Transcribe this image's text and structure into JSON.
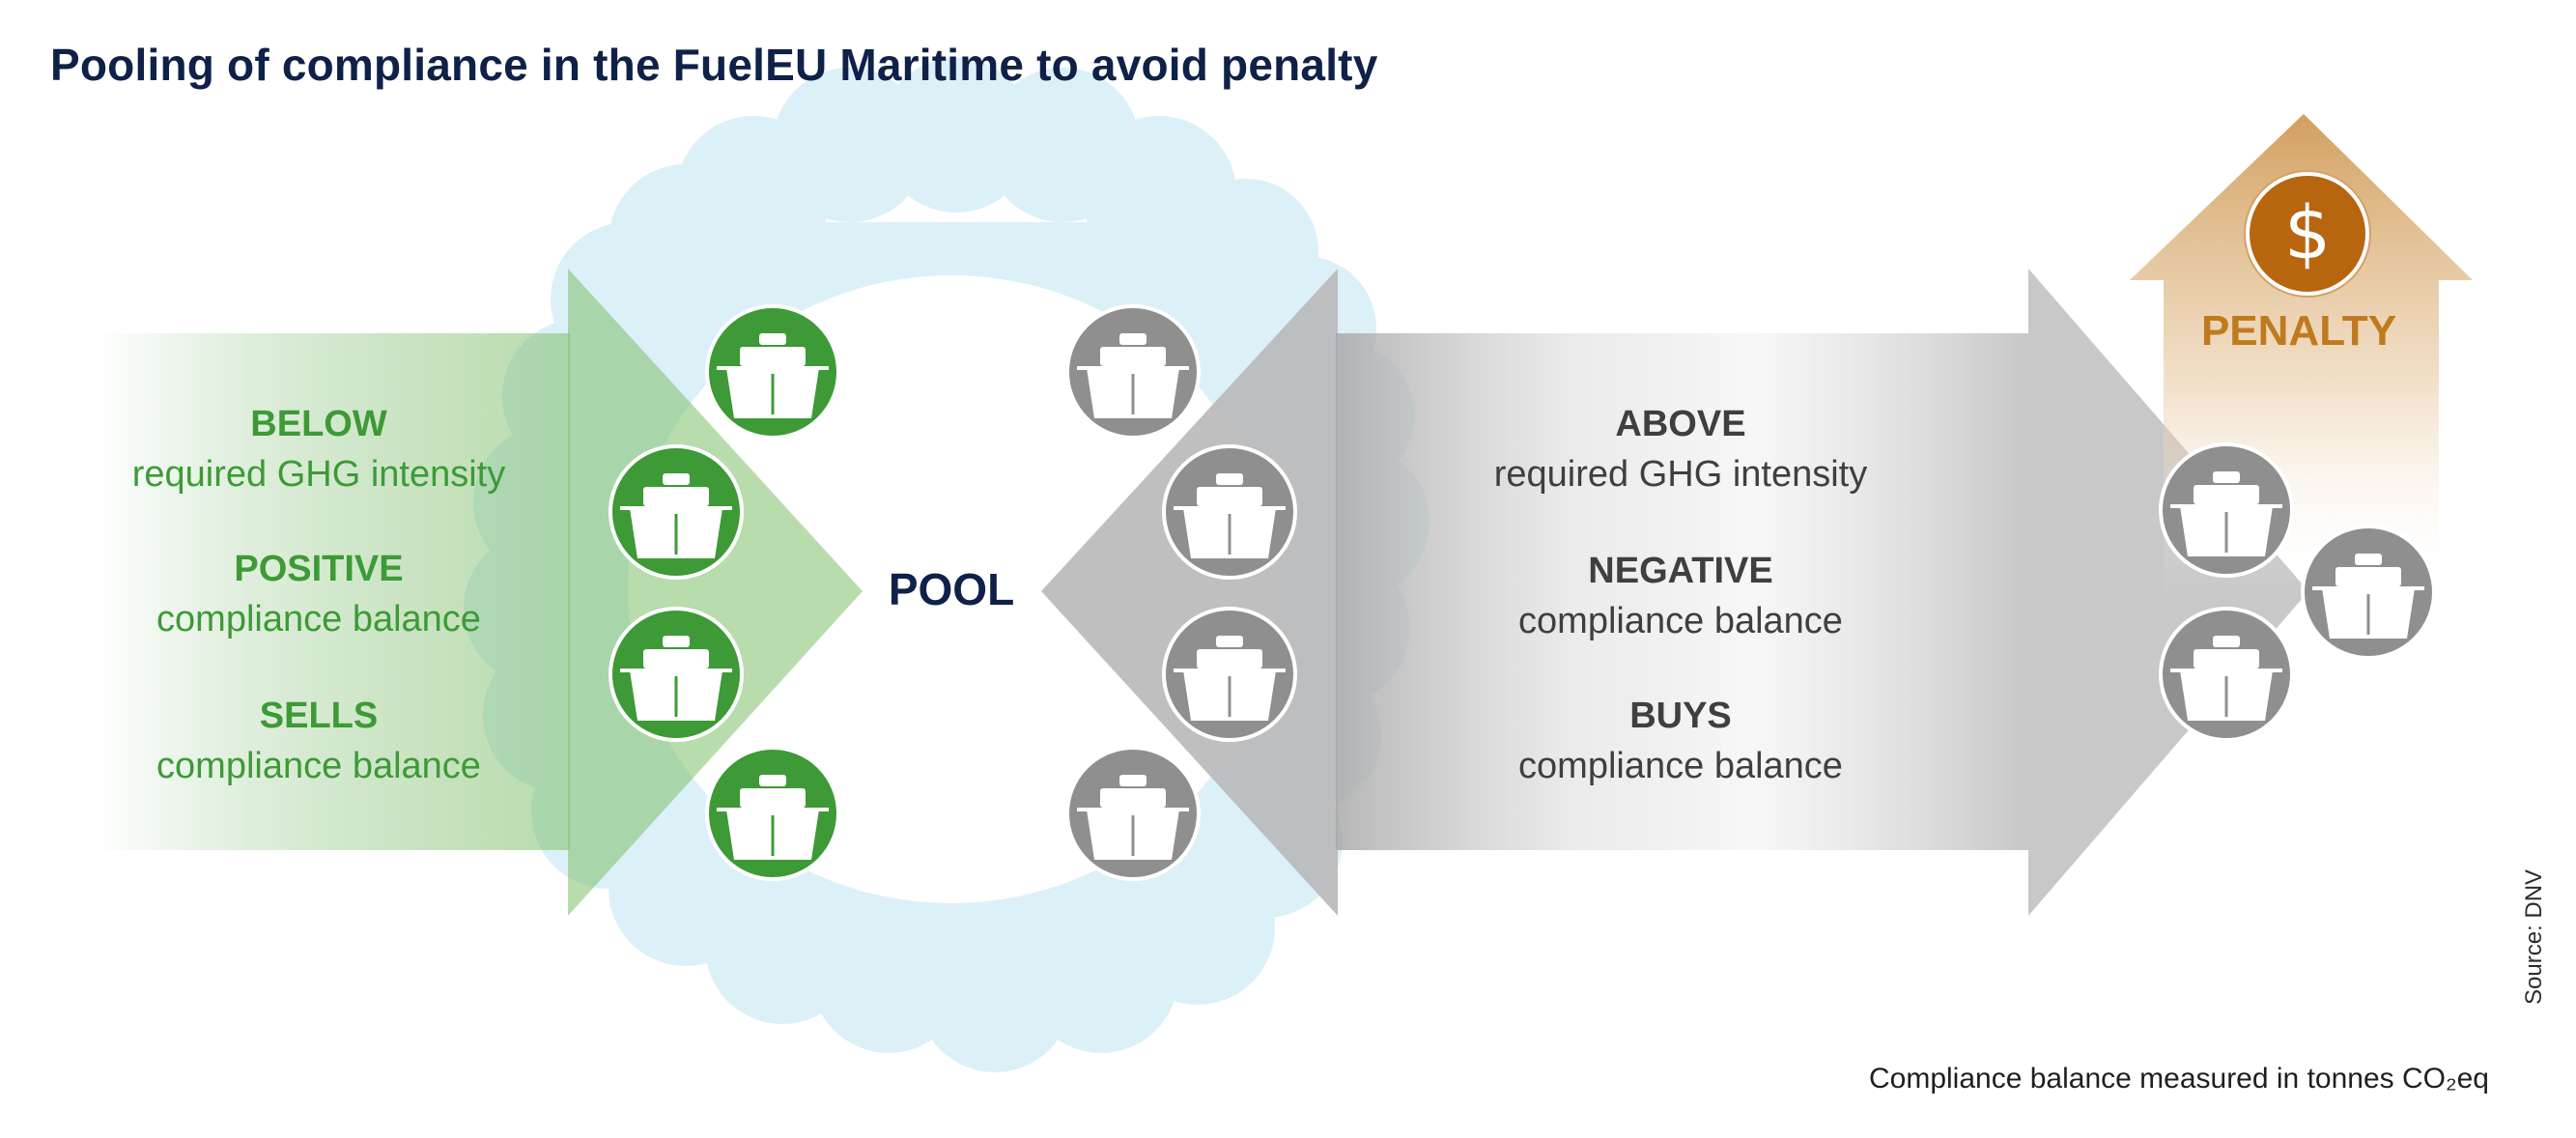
{
  "title": "Pooling of compliance in the FuelEU Maritime to avoid penalty",
  "center_label": "POOL",
  "left": {
    "groups": [
      {
        "heading": "BELOW",
        "text": "required GHG intensity"
      },
      {
        "heading": "POSITIVE",
        "text": "compliance balance"
      },
      {
        "heading": "SELLS",
        "text": "compliance balance"
      }
    ],
    "color": "#3d9a36"
  },
  "right": {
    "groups": [
      {
        "heading": "ABOVE",
        "text": "required GHG intensity"
      },
      {
        "heading": "NEGATIVE",
        "text": "compliance balance"
      },
      {
        "heading": "BUYS",
        "text": "compliance balance"
      }
    ],
    "color": "#3f3f3f"
  },
  "penalty": {
    "label": "PENALTY",
    "symbol": "$",
    "color": "#c07a1e"
  },
  "footnote": "Compliance balance measured in tonnes CO₂eq",
  "source": "Source: DNV",
  "icons": {
    "ship": "ship-icon",
    "dollar": "dollar-coin-icon",
    "cloud": "cloud-shape"
  },
  "colors": {
    "green_ship": "#3d9a36",
    "grey_ship": "#8f8f8f",
    "cloud": "#d4ecf6",
    "title": "#0f2148",
    "penalty_arrow": "#d9a766"
  }
}
